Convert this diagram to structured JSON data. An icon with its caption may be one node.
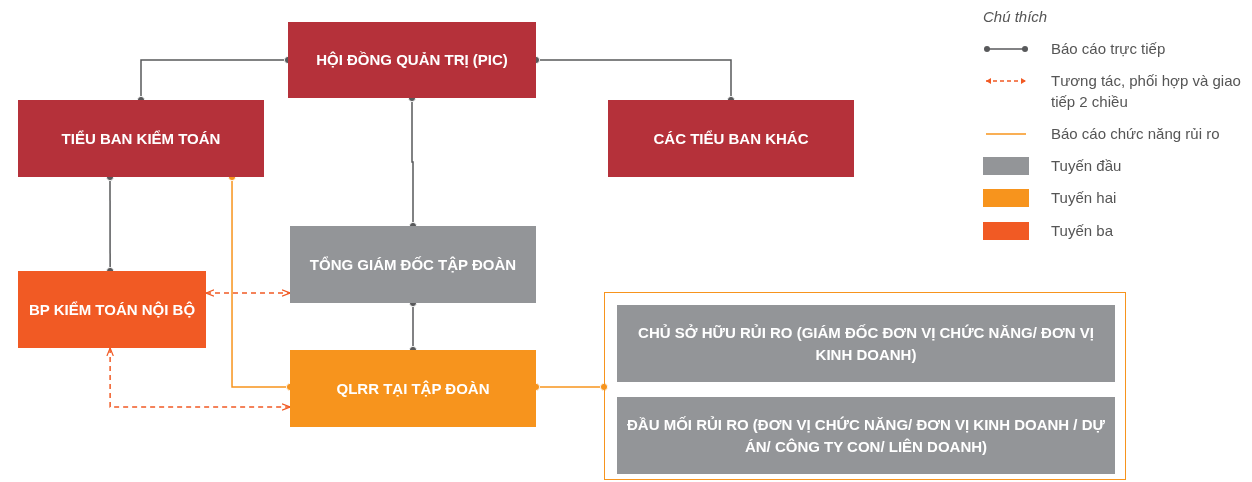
{
  "diagram": {
    "nodes": [
      {
        "text": [
          "HỘI ĐỒNG QUẢN TRỊ (PIC)"
        ]
      },
      {
        "text": [
          "TIỂU BAN KIỂM TOÁN"
        ]
      },
      {
        "text": [
          "CÁC TIỂU BAN KHÁC"
        ]
      },
      {
        "text": [
          "TỔNG GIÁM ĐỐC TẬP ĐOÀN"
        ]
      },
      {
        "text": [
          "BP KIỂM TOÁN NỘI BỘ"
        ]
      },
      {
        "text": [
          "QLRR TẠI TẬP ĐOÀN"
        ]
      },
      {
        "text": [],
        "shape": "box"
      },
      {
        "text": [
          "CHỦ SỞ HỮU RỦI RO (GIÁM ĐỐC ĐƠN VỊ CHỨC NĂNG/ ĐƠN VỊ KINH DOANH)"
        ],
        "in": 6
      },
      {
        "text": [
          "ĐẦU MỐI RỦI RO (ĐƠN VỊ CHỨC NĂNG/ ĐƠN VỊ KINH DOANH / DỰ ÁN/ CÔNG TY CON/ LIÊN DOANH)"
        ],
        "in": 6
      }
    ],
    "edges": [
      {
        "from": 0,
        "to": 1,
        "arrow": "other"
      },
      {
        "from": 0,
        "to": 2,
        "arrow": "other"
      },
      {
        "from": 0,
        "to": 3,
        "arrow": "other"
      },
      {
        "from": 1,
        "to": 4,
        "arrow": "other"
      },
      {
        "from": 1,
        "to": 5,
        "arrow": "other",
        "color": "#f7941d"
      },
      {
        "from": 3,
        "to": 5,
        "arrow": "other"
      },
      {
        "from": 4,
        "to": 3,
        "arrow": "both",
        "style": "dashed",
        "color": "#f15a24"
      },
      {
        "from": 4,
        "to": 5,
        "arrow": "both",
        "style": "dashed",
        "color": "#f15a24"
      },
      {
        "from": 5,
        "to": 6,
        "arrow": "other",
        "color": "#f7941d"
      }
    ],
    "labels": [
      "Chú thích"
    ],
    "legend": [
      {
        "text": "Báo cáo trực tiếp"
      },
      {
        "text": "Tương tác, phối hợp và giao tiếp 2 chiều"
      },
      {
        "text": "Báo cáo chức năng rủi ro"
      },
      {
        "text": "Tuyến đầu",
        "color": "#939598"
      },
      {
        "text": "Tuyến hai",
        "color": "#f7941d"
      },
      {
        "text": "Tuyến ba",
        "color": "#f15a24"
      }
    ]
  }
}
